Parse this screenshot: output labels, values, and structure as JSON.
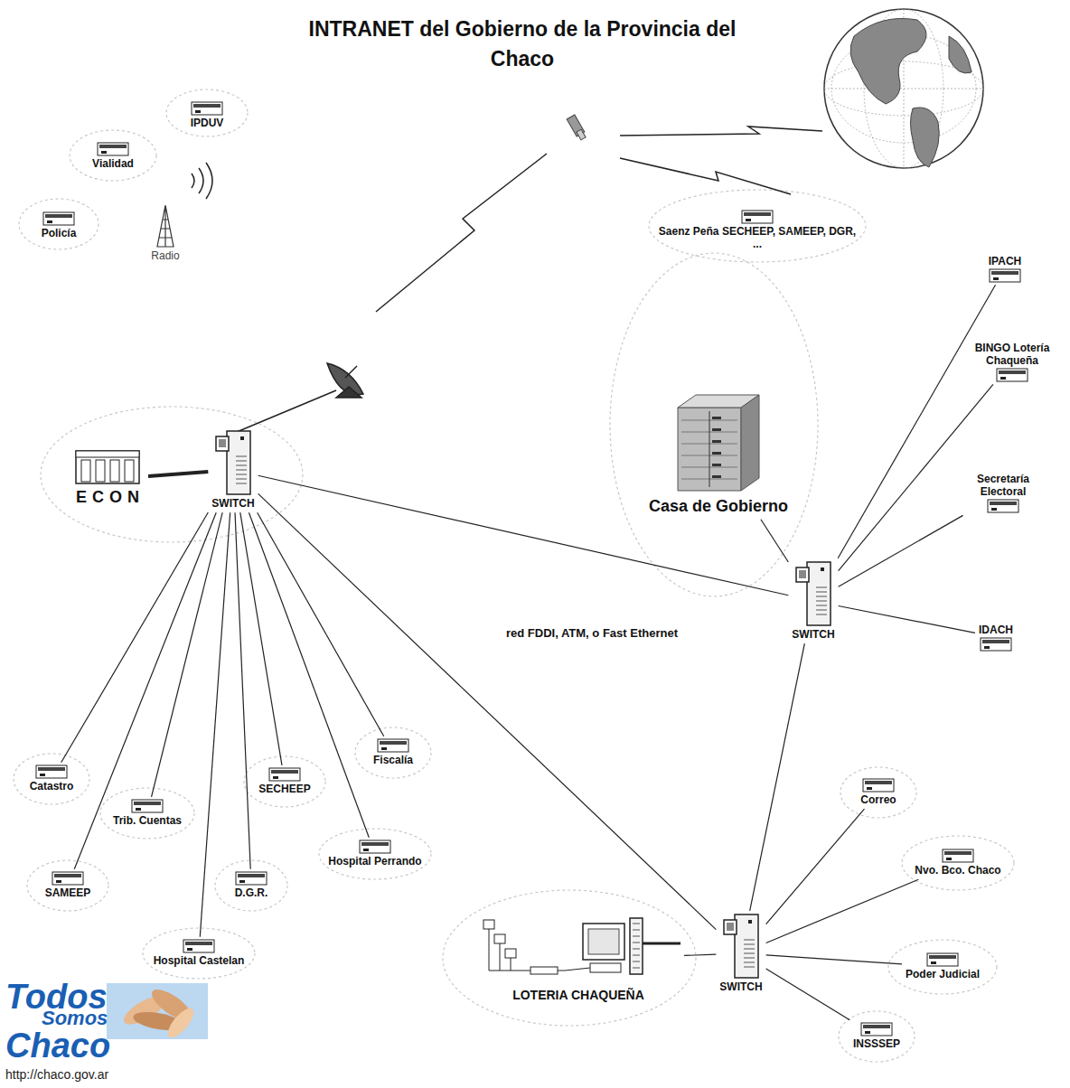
{
  "diagram": {
    "title": "INTRANET del Gobierno de la Provincia del Chaco",
    "nodes": [
      {
        "text": [
          "IPDUV"
        ]
      },
      {
        "text": [
          "Vialidad"
        ]
      },
      {
        "text": [
          "Policía"
        ]
      },
      {
        "text": [
          "Radio"
        ]
      },
      {
        "text": [
          "Saenz Peña SECHEEP, SAMEEP, DGR, ..."
        ]
      },
      {
        "text": [
          "IPACH"
        ]
      },
      {
        "text": [
          "BINGO Lotería Chaqueña"
        ]
      },
      {
        "text": [
          "Casa de Gobierno"
        ]
      },
      {
        "text": [
          "ECON"
        ]
      },
      {
        "text": [
          "SWITCH"
        ]
      },
      {
        "text": [
          "Secretaría Electoral"
        ]
      },
      {
        "text": [
          "SWITCH"
        ]
      },
      {
        "text": [
          "IDACH"
        ]
      },
      {
        "text": [
          "Fiscalía"
        ]
      },
      {
        "text": [
          "Correo"
        ]
      },
      {
        "text": [
          "Catastro"
        ]
      },
      {
        "text": [
          "SECHEEP"
        ]
      },
      {
        "text": [
          "Trib. Cuentas"
        ]
      },
      {
        "text": [
          "Hospital Perrando"
        ]
      },
      {
        "text": [
          "Nvo. Bco. Chaco"
        ]
      },
      {
        "text": [
          "D.G.R."
        ]
      },
      {
        "text": [
          "SAMEEP"
        ]
      },
      {
        "text": [
          "LOTERIA CHAQUEÑA"
        ]
      },
      {
        "text": [
          "SWITCH"
        ]
      },
      {
        "text": [
          "Poder Judicial"
        ]
      },
      {
        "text": [
          "Hospital Castelan"
        ]
      },
      {
        "text": [
          "INSSSEP"
        ]
      }
    ],
    "edges": [
      {
        "from": 9,
        "to": 8,
        "arrow": "none"
      },
      {
        "from": 9,
        "to": 15,
        "arrow": "none"
      },
      {
        "from": 9,
        "to": 21,
        "arrow": "none"
      },
      {
        "from": 9,
        "to": 17,
        "arrow": "none"
      },
      {
        "from": 9,
        "to": 25,
        "arrow": "none"
      },
      {
        "from": 9,
        "to": 20,
        "arrow": "none"
      },
      {
        "from": 9,
        "to": 16,
        "arrow": "none"
      },
      {
        "from": 9,
        "to": 18,
        "arrow": "none"
      },
      {
        "from": 9,
        "to": 13,
        "arrow": "none"
      },
      {
        "from": 9,
        "to": 11,
        "arrow": "none"
      },
      {
        "from": 9,
        "to": 23,
        "label": "red FDDI, ATM, o Fast Ethernet",
        "arrow": "none"
      },
      {
        "from": 7,
        "to": 11,
        "arrow": "none"
      },
      {
        "from": 11,
        "to": 23,
        "arrow": "none"
      },
      {
        "from": 11,
        "to": 5,
        "arrow": "none"
      },
      {
        "from": 11,
        "to": 6,
        "arrow": "none"
      },
      {
        "from": 11,
        "to": 10,
        "arrow": "none"
      },
      {
        "from": 11,
        "to": 12,
        "arrow": "none"
      },
      {
        "from": 23,
        "to": 14,
        "arrow": "none"
      },
      {
        "from": 23,
        "to": 19,
        "arrow": "none"
      },
      {
        "from": 23,
        "to": 24,
        "arrow": "none"
      },
      {
        "from": 23,
        "to": 26,
        "arrow": "none"
      },
      {
        "from": 23,
        "to": 22,
        "arrow": "none"
      }
    ],
    "labels": [
      "Todos",
      "Somos",
      "Chaco",
      "http://chaco.gov.ar"
    ]
  }
}
